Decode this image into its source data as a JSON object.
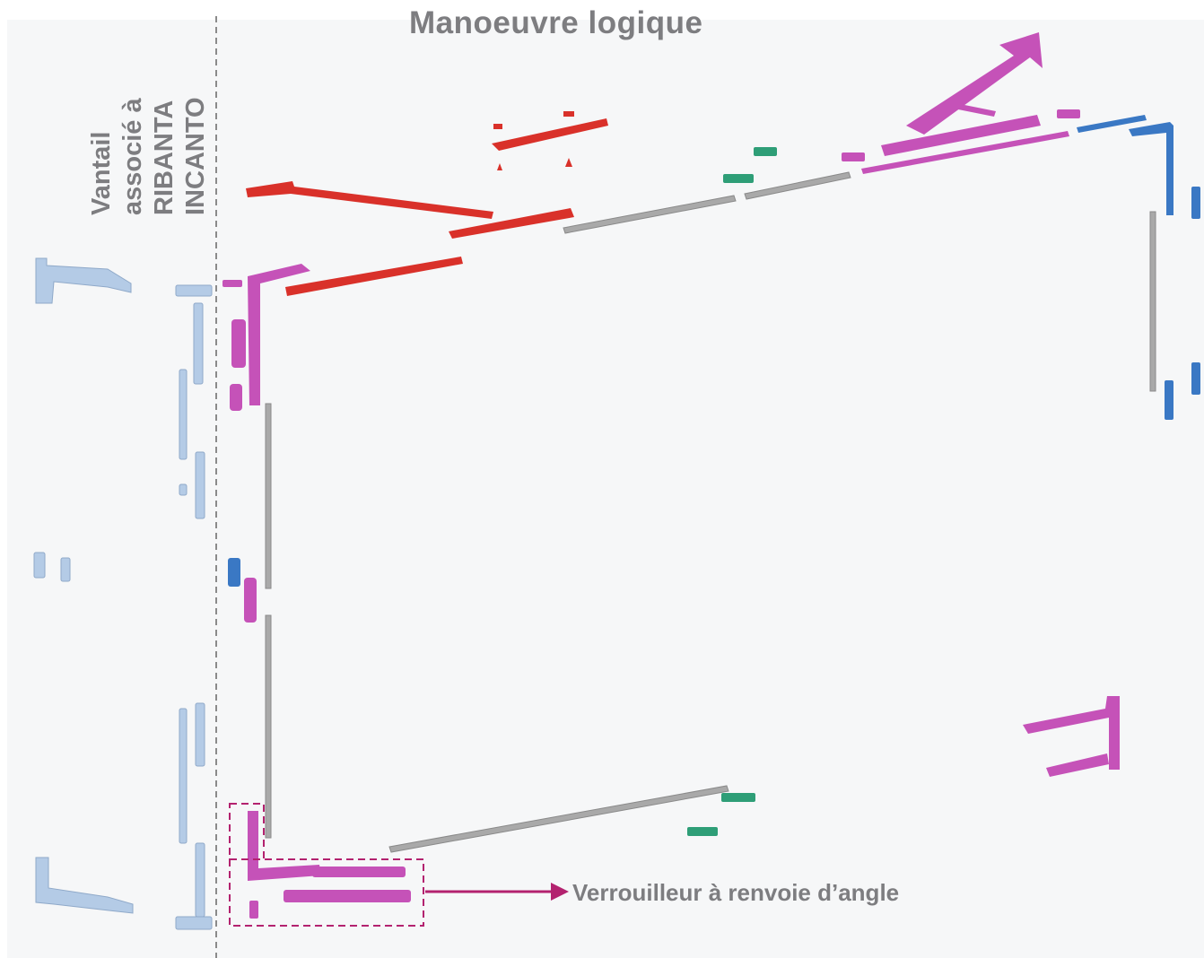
{
  "title": "Manoeuvre logique",
  "side_label": {
    "lines": [
      "Vantail",
      "associé à",
      "RIBANTA",
      "INCANTO"
    ]
  },
  "callout": {
    "label": "Verrouilleur à renvoie d’angle"
  },
  "colors": {
    "background": "#f6f7f8",
    "label_gray": "#7d7d80",
    "hardware_red": "#d9312a",
    "hardware_magenta": "#c552b8",
    "hardware_blue": "#3a78c4",
    "hardware_light_blue": "#b4cbe6",
    "hardware_green": "#2e9e77",
    "rod_gray": "#9a9a9a",
    "callout_line": "#b3226f"
  }
}
